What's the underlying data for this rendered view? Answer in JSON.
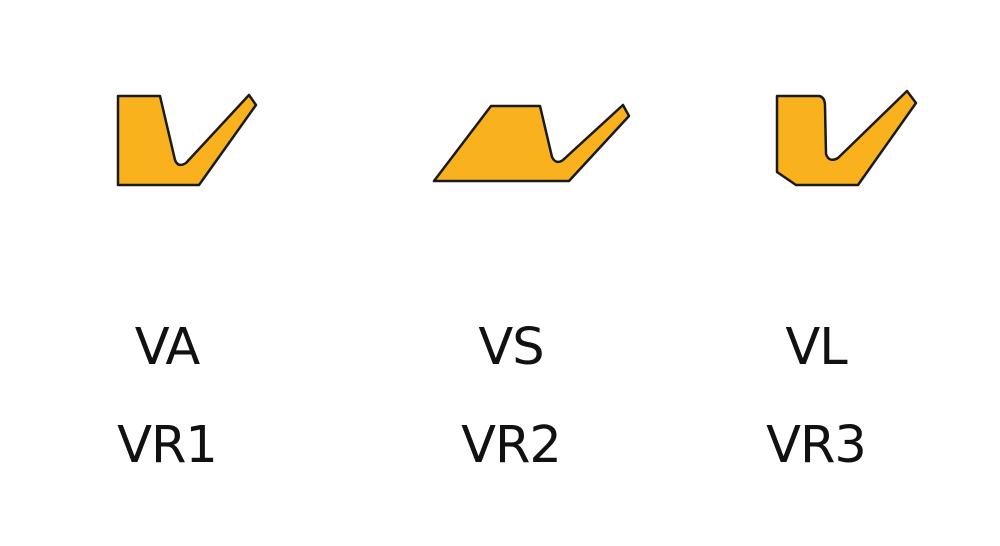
{
  "seal_profiles": [
    {
      "name": "VA",
      "type": "VR1",
      "color": "#f9b21d"
    },
    {
      "name": "VS",
      "type": "VR2",
      "color": "#f9b21d"
    },
    {
      "name": "VL",
      "type": "VR3",
      "color": "#f9b21d"
    }
  ]
}
